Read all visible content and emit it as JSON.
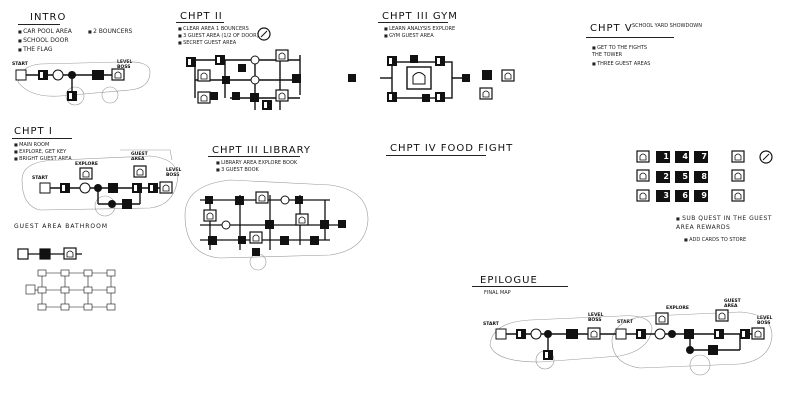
{
  "sections": {
    "intro": {
      "title": "INTRO",
      "notes": [
        "CAR POOL AREA",
        "2 BOUNCERS",
        "SCHOOL DOOR",
        "THE FLAG"
      ],
      "labels": {
        "start": "START",
        "level_boss": "LEVEL BOSS"
      }
    },
    "chpt1": {
      "title": "CHPT I",
      "notes": [
        "MAIN ROOM",
        "EXPLORE, GET KEY",
        "BRIGHT GUEST AREA"
      ],
      "labels": {
        "start": "START",
        "explore": "EXPLORE",
        "guest_area": "GUEST AREA",
        "level_boss": "LEVEL BOSS"
      }
    },
    "guest_bath": {
      "title": "GUEST AREA BATHROOM"
    },
    "chpt2": {
      "title": "CHPT II",
      "notes": [
        "CLEAR AREA 1 BOUNCERS",
        "3 GUEST AREA (1/2 OF DOOR)",
        "SECRET GUEST AREA"
      ]
    },
    "chpt3_gym": {
      "title": "CHPT III GYM",
      "notes": [
        "LEARN ANALYSIS EXPLORE",
        "GYM GUEST AREA"
      ]
    },
    "chpt3_library": {
      "title": "CHPT III LIBRARY",
      "notes": [
        "LIBRARY AREA EXPLORE BOOK",
        "3 GUEST BOOK"
      ]
    },
    "chpt4": {
      "title": "CHPT IV FOOD FIGHT"
    },
    "chpt5": {
      "title": "CHPT V",
      "subtitle": "SCHOOL YARD SHOWDOWN",
      "notes": [
        "GET TO THE FIGHTS THE TOWER",
        "THREE GUEST AREAS"
      ]
    },
    "legend": {
      "keys": [
        "1",
        "2",
        "3",
        "4",
        "5",
        "6",
        "7",
        "8",
        "9"
      ],
      "notes": [
        "SUB QUEST IN THE GUEST AREA REWARDS",
        "ADD CARDS TO STORE"
      ]
    },
    "epilogue": {
      "title": "EPILOGUE",
      "subtitle": "FINAL MAP",
      "labels": {
        "start": "START",
        "level_boss": "LEVEL BOSS",
        "start2": "START",
        "explore": "EXPLORE",
        "guest_area": "GUEST AREA",
        "level_boss2": "LEVEL BOSS"
      }
    }
  }
}
